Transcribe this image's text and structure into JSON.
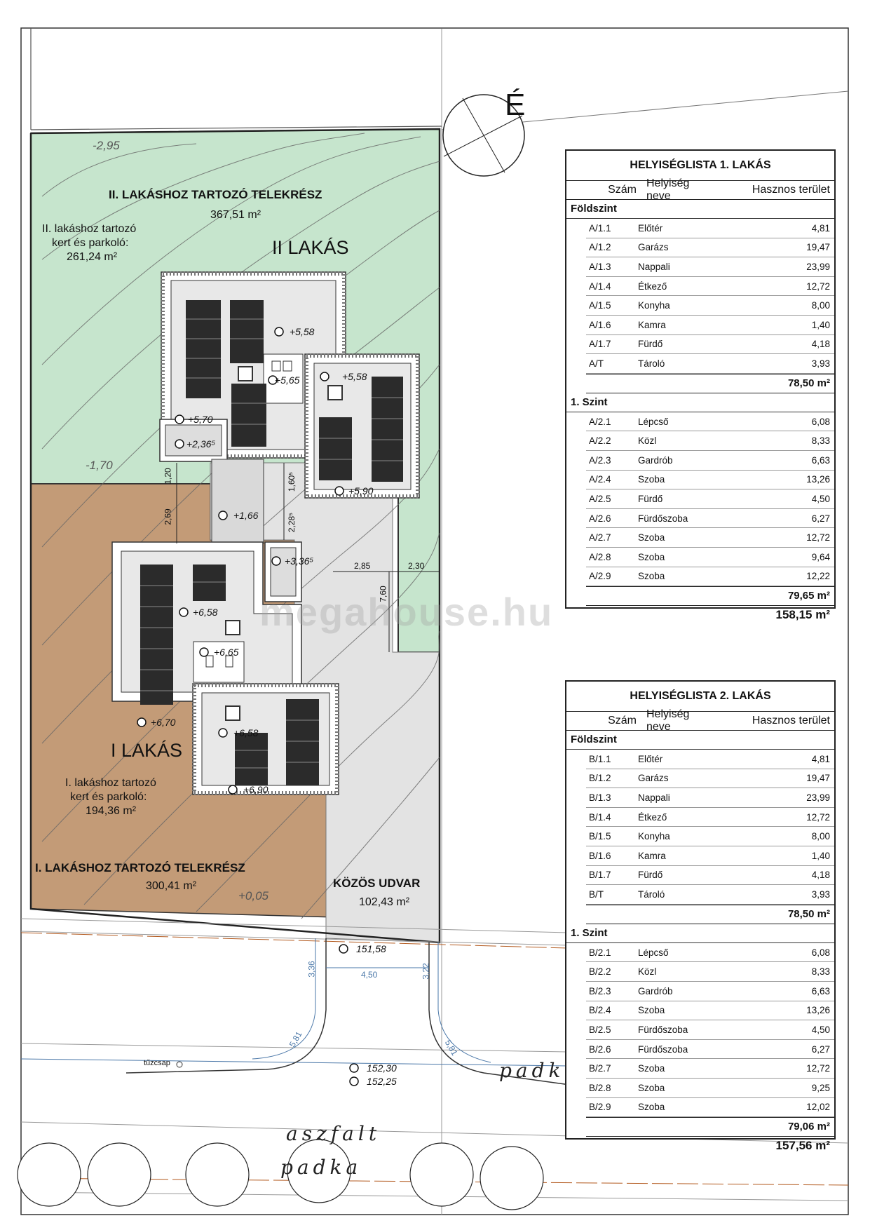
{
  "north_mark": "É",
  "watermark": "megahouse.hu",
  "plan": {
    "plot2_title": "II. LAKÁSHOZ TARTOZÓ TELEKRÉSZ",
    "plot2_area": "367,51 m²",
    "plot2_garden_line1": "II. lakáshoz tartozó",
    "plot2_garden_line2": "kert és parkoló:",
    "plot2_garden_area": "261,24 m²",
    "house2_label": "II LAKÁS",
    "plot1_title": "I. LAKÁSHOZ TARTOZÓ TELEKRÉSZ",
    "plot1_area": "300,41 m²",
    "plot1_garden_line1": "I. lakáshoz tartozó",
    "plot1_garden_line2": "kert és parkoló:",
    "plot1_garden_area": "194,36 m²",
    "house1_label": "I LAKÁS",
    "common_title": "KÖZÖS UDVAR",
    "common_area": "102,43 m²",
    "hydrant": "tűzcsap",
    "road_label": "aszfalt",
    "kerb_label_1": "padka",
    "kerb_label_2": "padka",
    "contours": [
      "-2,95",
      "-1,70",
      "+0,05"
    ],
    "elevations": {
      "e1": "+5,58",
      "e2": "+5,65",
      "e3": "+5,58",
      "e4": "+5,70",
      "e5": "+2,36⁵",
      "e6": "+5,90",
      "e7": "+1,66",
      "e8": "+3,36⁵",
      "e9": "+6,58",
      "e10": "+6,65",
      "e11": "+6,70",
      "e12": "+6,58",
      "e13": "+6,90",
      "e14": "151,58",
      "e15": "152,30",
      "e16": "152,25"
    },
    "dims": {
      "d1": "1,20",
      "d2": "2,69",
      "d3": "1,60⁵",
      "d4": "2,28⁵",
      "d5": "2,85",
      "d6": "2,30",
      "d7": "7,60",
      "d8": "4,50",
      "d9": "3,36",
      "d10": "3,22",
      "d11": "5,81",
      "d12": "5,81"
    }
  },
  "tables": [
    {
      "title": "HELYISÉGLISTA 1. LAKÁS",
      "headers": [
        "Szám",
        "Helyiség neve",
        "Hasznos terület"
      ],
      "sections": [
        {
          "name": "Földszint",
          "rows": [
            [
              "A/1.1",
              "Előtér",
              "4,81"
            ],
            [
              "A/1.2",
              "Garázs",
              "19,47"
            ],
            [
              "A/1.3",
              "Nappali",
              "23,99"
            ],
            [
              "A/1.4",
              "Étkező",
              "12,72"
            ],
            [
              "A/1.5",
              "Konyha",
              "8,00"
            ],
            [
              "A/1.6",
              "Kamra",
              "1,40"
            ],
            [
              "A/1.7",
              "Fürdő",
              "4,18"
            ],
            [
              "A/T",
              "Tároló",
              "3,93"
            ]
          ],
          "subtotal": "78,50 m²"
        },
        {
          "name": "1. Szint",
          "rows": [
            [
              "A/2.1",
              "Lépcső",
              "6,08"
            ],
            [
              "A/2.2",
              "Közl",
              "8,33"
            ],
            [
              "A/2.3",
              "Gardrób",
              "6,63"
            ],
            [
              "A/2.4",
              "Szoba",
              "13,26"
            ],
            [
              "A/2.5",
              "Fürdő",
              "4,50"
            ],
            [
              "A/2.6",
              "Fürdőszoba",
              "6,27"
            ],
            [
              "A/2.7",
              "Szoba",
              "12,72"
            ],
            [
              "A/2.8",
              "Szoba",
              "9,64"
            ],
            [
              "A/2.9",
              "Szoba",
              "12,22"
            ]
          ],
          "subtotal": "79,65 m²"
        }
      ],
      "total": "158,15 m²"
    },
    {
      "title": "HELYISÉGLISTA 2. LAKÁS",
      "headers": [
        "Szám",
        "Helyiség neve",
        "Hasznos terület"
      ],
      "sections": [
        {
          "name": "Földszint",
          "rows": [
            [
              "B/1.1",
              "Előtér",
              "4,81"
            ],
            [
              "B/1.2",
              "Garázs",
              "19,47"
            ],
            [
              "B/1.3",
              "Nappali",
              "23,99"
            ],
            [
              "B/1.4",
              "Étkező",
              "12,72"
            ],
            [
              "B/1.5",
              "Konyha",
              "8,00"
            ],
            [
              "B/1.6",
              "Kamra",
              "1,40"
            ],
            [
              "B/1.7",
              "Fürdő",
              "4,18"
            ],
            [
              "B/T",
              "Tároló",
              "3,93"
            ]
          ],
          "subtotal": "78,50 m²"
        },
        {
          "name": "1. Szint",
          "rows": [
            [
              "B/2.1",
              "Lépcső",
              "6,08"
            ],
            [
              "B/2.2",
              "Közl",
              "8,33"
            ],
            [
              "B/2.3",
              "Gardrób",
              "6,63"
            ],
            [
              "B/2.4",
              "Szoba",
              "13,26"
            ],
            [
              "B/2.5",
              "Fürdőszoba",
              "4,50"
            ],
            [
              "B/2.6",
              "Fürdőszoba",
              "6,27"
            ],
            [
              "B/2.7",
              "Szoba",
              "12,72"
            ],
            [
              "B/2.8",
              "Szoba",
              "9,25"
            ],
            [
              "B/2.9",
              "Szoba",
              "12,02"
            ]
          ],
          "subtotal": "79,06 m²"
        }
      ],
      "total": "157,56 m²"
    }
  ]
}
